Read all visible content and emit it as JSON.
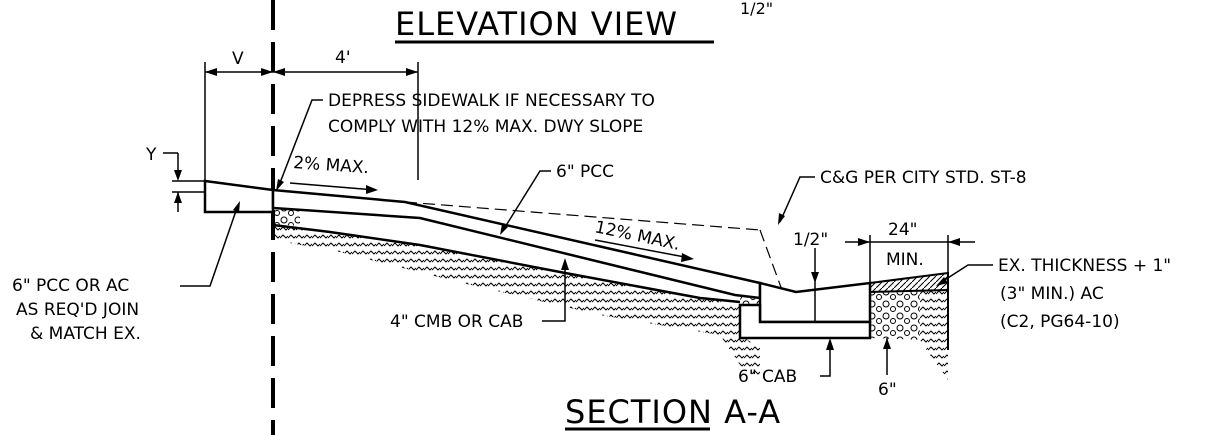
{
  "titles": {
    "elevation_view": "ELEVATION VIEW",
    "elevation_view_fraction": "1/2\"",
    "section": "SECTION A-A"
  },
  "dimensions": {
    "v": "V",
    "four_ft": "4'",
    "y": "Y",
    "half_inch": "1/2\"",
    "twenty_four": "24\"",
    "min": "MIN.",
    "six_inch": "6\""
  },
  "slopes": {
    "two_pct": "2% MAX.",
    "twelve_pct": "12% MAX."
  },
  "notes": {
    "depress_line1": "DEPRESS SIDEWALK IF NECESSARY TO",
    "depress_line2": "COMPLY WITH 12% MAX. DWY SLOPE",
    "pcc": "6\" PCC",
    "cg_line1": "C&G PER CITY STD. ST-8",
    "pcc_ac_line1": "6\" PCC OR AC",
    "pcc_ac_line2": "AS REQ'D JOIN",
    "pcc_ac_line3": "& MATCH EX.",
    "cmb": "4\" CMB OR CAB",
    "ex_line1": "EX. THICKNESS + 1\"",
    "ex_line2": "(3\" MIN.) AC",
    "ex_line3": "(C2, PG64-10)",
    "cab": "6\" CAB"
  }
}
